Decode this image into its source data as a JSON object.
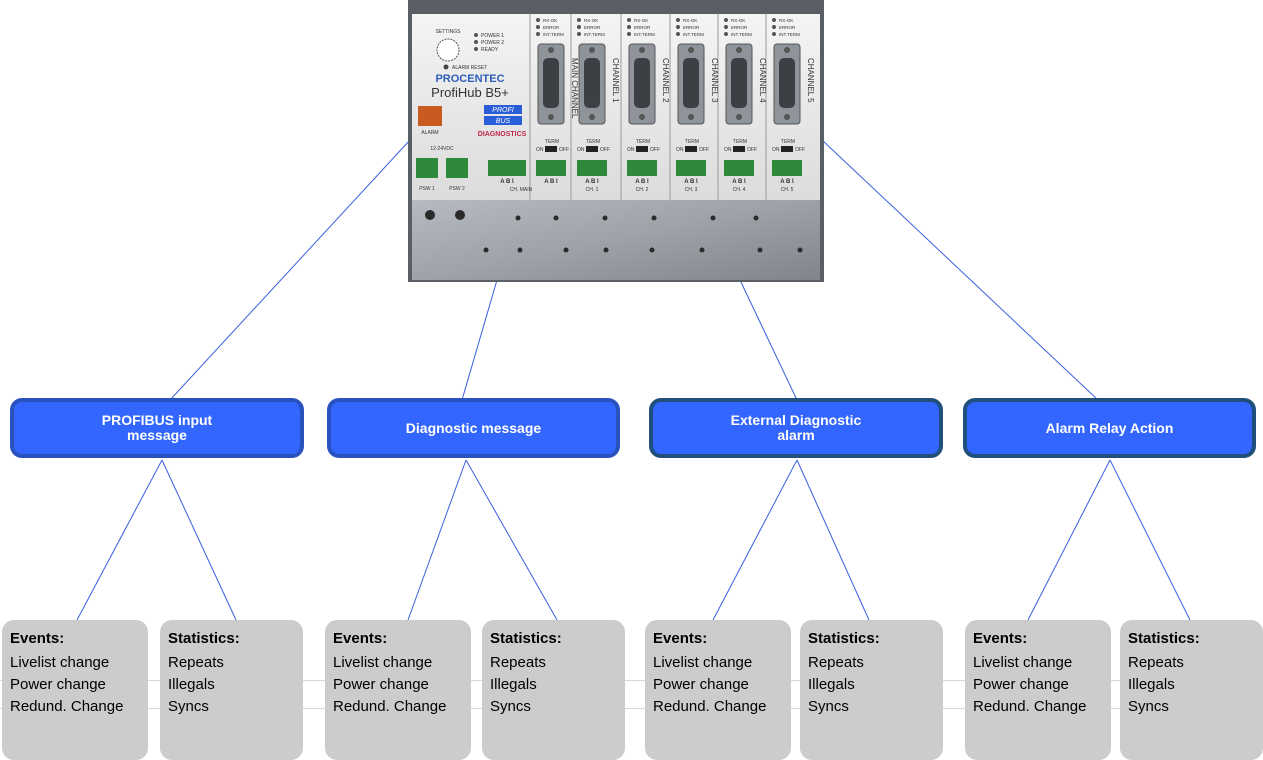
{
  "device": {
    "brand": "PROCENTEC",
    "model": "ProfiHub B5+",
    "logo_lines": [
      "PROFI",
      "BUS"
    ],
    "diagnostics_label": "DIAGNOSTICS",
    "settings_label": "SETTINGS",
    "alarm_reset_label": "ALARM RESET",
    "alarm_label": "ALARM",
    "power_leds": [
      "POWER 1",
      "POWER 2",
      "READY"
    ],
    "channel_leds": [
      "RX-OK",
      "ERROR",
      "INT.TERM"
    ],
    "supply_label": "12-24VDC",
    "power_terminals": [
      "PSW 1",
      "PSW 2"
    ],
    "term_label": "TERM",
    "on_label": "ON",
    "off_label": "OFF",
    "terminal_pins": "A B I",
    "channels": [
      {
        "name": "MAIN CHANNEL",
        "terminal": "CH. MAIN"
      },
      {
        "name": "CHANNEL 1",
        "terminal": "CH. 1"
      },
      {
        "name": "CHANNEL 2",
        "terminal": "CH. 2"
      },
      {
        "name": "CHANNEL 3",
        "terminal": "CH. 3"
      },
      {
        "name": "CHANNEL 4",
        "terminal": "CH. 4"
      },
      {
        "name": "CHANNEL 5",
        "terminal": "CH. 5"
      }
    ]
  },
  "categories": [
    {
      "label": "PROFIBUS input\nmessage"
    },
    {
      "label": "Diagnostic message"
    },
    {
      "label": "External Diagnostic\nalarm"
    },
    {
      "label": "Alarm Relay Action"
    }
  ],
  "groups": [
    {
      "events": {
        "title": "Events:",
        "items": [
          "Livelist change",
          "Power change",
          "Redund. Change"
        ]
      },
      "stats": {
        "title": "Statistics:",
        "items": [
          "Repeats",
          "Illegals",
          "Syncs"
        ]
      }
    },
    {
      "events": {
        "title": "Events:",
        "items": [
          "Livelist change",
          "Power change",
          "Redund. Change"
        ]
      },
      "stats": {
        "title": "Statistics:",
        "items": [
          "Repeats",
          "Illegals",
          "Syncs"
        ]
      }
    },
    {
      "events": {
        "title": "Events:",
        "items": [
          "Livelist change",
          "Power change",
          "Redund. Change"
        ]
      },
      "stats": {
        "title": "Statistics:",
        "items": [
          "Repeats",
          "Illegals",
          "Syncs"
        ]
      }
    },
    {
      "events": {
        "title": "Events:",
        "items": [
          "Livelist change",
          "Power change",
          "Redund. Change"
        ]
      },
      "stats": {
        "title": "Statistics:",
        "items": [
          "Repeats",
          "Illegals",
          "Syncs"
        ]
      }
    }
  ],
  "colors": {
    "box_fill": "#3366ff",
    "connector": "#3a5fe0",
    "card_fill": "#cccccc"
  }
}
